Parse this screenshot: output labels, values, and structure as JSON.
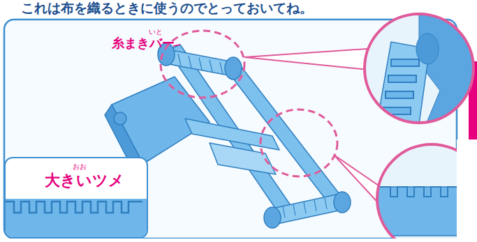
{
  "diagram": {
    "nodes": [
      {
        "text": [
          "おお",
          "大きいツメ"
        ]
      }
    ],
    "labels": [
      "これは布を織るときに使うのでとっておいてね。",
      "いと",
      "糸まきバー"
    ]
  }
}
